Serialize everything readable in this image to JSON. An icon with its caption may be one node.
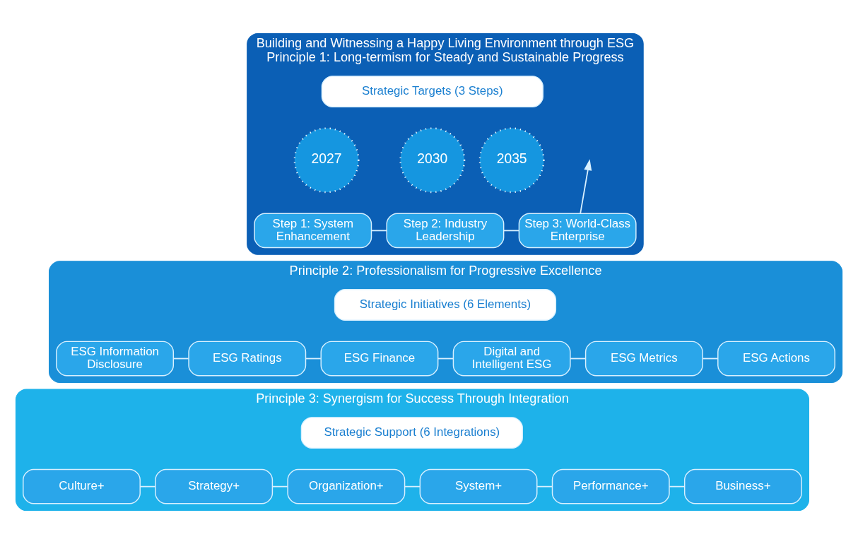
{
  "diagram": {
    "nodes": [
      {
        "text": [
          "Building and Witnessing a Happy Living Environment through ESG",
          "Principle 1: Long-termism for Steady and Sustainable Progress"
        ]
      },
      {
        "text": [
          "Strategic Targets (3 Steps)"
        ],
        "in": 0
      },
      {
        "text": [
          "2027"
        ],
        "in": 0
      },
      {
        "text": [
          "Step 1: System Enhancement"
        ],
        "in": 0
      },
      {
        "text": [
          "2030"
        ],
        "in": 0
      },
      {
        "text": [
          "Step 2: Industry Leadership"
        ],
        "in": 0
      },
      {
        "text": [
          "2035"
        ],
        "in": 0
      },
      {
        "text": [
          "Step 3: World-Class Enterprise"
        ],
        "in": 0
      },
      {
        "text": [
          "Principle 2: Professionalism for Progressive Excellence"
        ]
      },
      {
        "text": [
          "Strategic Initiatives (6 Elements)"
        ],
        "in": 8
      },
      {
        "text": [
          "ESG Information Disclosure"
        ],
        "in": 8
      },
      {
        "text": [
          "ESG Ratings"
        ],
        "in": 8
      },
      {
        "text": [
          "ESG Finance"
        ],
        "in": 8
      },
      {
        "text": [
          "Digital and Intelligent ESG"
        ],
        "in": 8
      },
      {
        "text": [
          "ESG Metrics"
        ],
        "in": 8
      },
      {
        "text": [
          "ESG Actions"
        ],
        "in": 8
      },
      {
        "text": [
          "Principle 3: Synergism for Success Through Integration"
        ]
      },
      {
        "text": [
          "Strategic Support (6 Integrations)"
        ],
        "in": 16
      },
      {
        "text": [
          "Culture+"
        ],
        "in": 16
      },
      {
        "text": [
          "Strategy+"
        ],
        "in": 16
      },
      {
        "text": [
          "Organization+"
        ],
        "in": 16
      },
      {
        "text": [
          "System+"
        ],
        "in": 16
      },
      {
        "text": [
          "Performance+"
        ],
        "in": 16
      },
      {
        "text": [
          "Business+"
        ],
        "in": 16
      }
    ],
    "edges": [
      {
        "from": 3,
        "to": 5,
        "arrow": "none"
      },
      {
        "from": 5,
        "to": 7,
        "arrow": "none"
      },
      {
        "from": 7,
        "to": null,
        "arrow": "to"
      },
      {
        "from": 10,
        "to": 11,
        "arrow": "none"
      },
      {
        "from": 11,
        "to": 12,
        "arrow": "none"
      },
      {
        "from": 12,
        "to": 13,
        "arrow": "none"
      },
      {
        "from": 13,
        "to": 14,
        "arrow": "none"
      },
      {
        "from": 14,
        "to": 15,
        "arrow": "none"
      },
      {
        "from": 18,
        "to": 19,
        "arrow": "none"
      },
      {
        "from": 19,
        "to": 20,
        "arrow": "none"
      },
      {
        "from": 20,
        "to": 21,
        "arrow": "none"
      },
      {
        "from": 21,
        "to": 22,
        "arrow": "none"
      },
      {
        "from": 22,
        "to": 23,
        "arrow": "none"
      }
    ]
  }
}
